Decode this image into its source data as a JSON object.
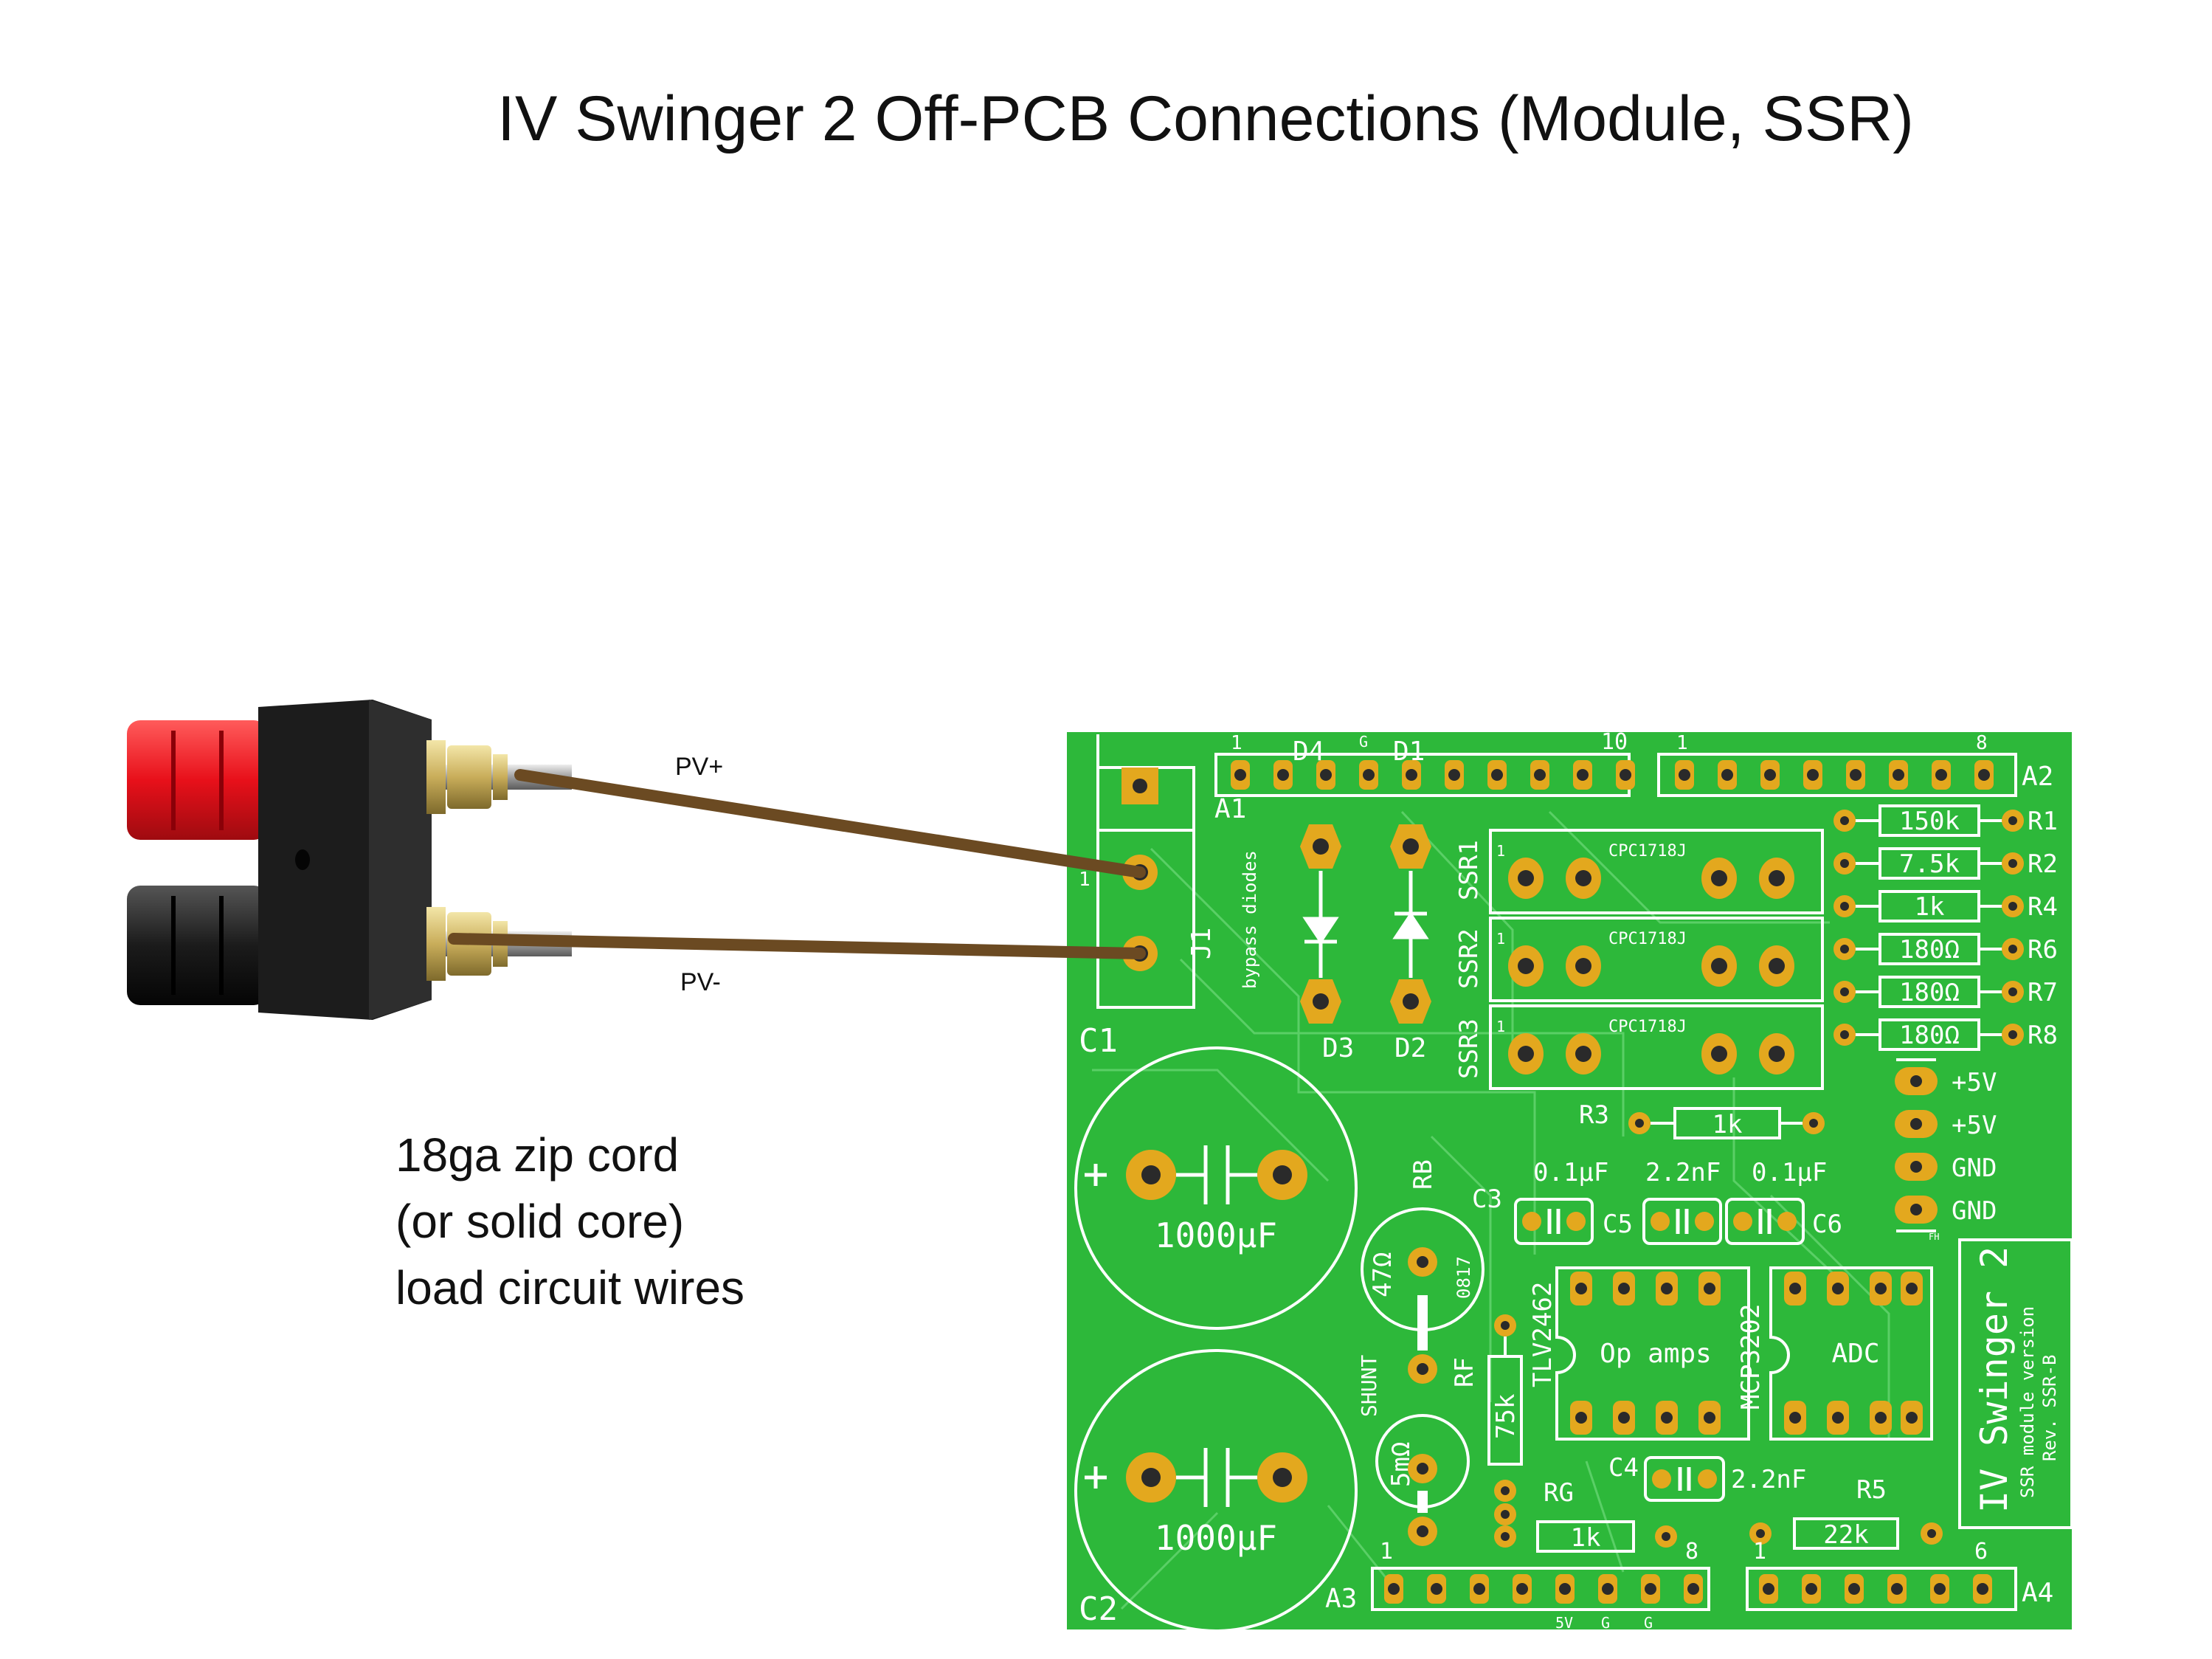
{
  "title": "IV Swinger 2 Off-PCB Connections (Module, SSR)",
  "wires": {
    "pos_label": "PV+",
    "neg_label": "PV-",
    "color": "#6b4a22"
  },
  "caption": {
    "line1": "18ga zip cord",
    "line2": "(or solid core)",
    "line3": "load circuit wires"
  },
  "pcb": {
    "board_color": "#2db83a",
    "pad_color": "#e3a81e",
    "headers": {
      "a1_name": "A1",
      "a1_pin1": "1",
      "a1_g": "G",
      "a1_pin10": "10",
      "a2_name": "A2",
      "a2_pin1": "1",
      "a2_pin8": "8",
      "a3_name": "A3",
      "a3_pin1": "1",
      "a3_pin8": "8",
      "a3_5v": "5V",
      "a3_g1": "G",
      "a3_g2": "G",
      "a4_name": "A4",
      "a4_pin1": "1",
      "a4_pin6": "6"
    },
    "connector": {
      "name": "J1",
      "cap": "C1",
      "pin1": "1"
    },
    "diodes": {
      "d1": "D1",
      "d2": "D2",
      "d3": "D3",
      "d4": "D4",
      "note": "bypass diodes"
    },
    "relays": [
      {
        "name": "SSR1",
        "part": "CPC1718J",
        "pin1": "1"
      },
      {
        "name": "SSR2",
        "part": "CPC1718J",
        "pin1": "1"
      },
      {
        "name": "SSR3",
        "part": "CPC1718J",
        "pin1": "1"
      }
    ],
    "resistors": [
      {
        "ref": "R1",
        "value": "150k"
      },
      {
        "ref": "R2",
        "value": "7.5k"
      },
      {
        "ref": "R4",
        "value": "1k"
      },
      {
        "ref": "R6",
        "value": "180Ω"
      },
      {
        "ref": "R7",
        "value": "180Ω"
      },
      {
        "ref": "R8",
        "value": "180Ω"
      }
    ],
    "power": [
      "+5V",
      "+5V",
      "GND",
      "GND"
    ],
    "power_mark": "FH",
    "r3": {
      "ref": "R3",
      "value": "1k"
    },
    "caps_small": [
      {
        "ref": "C3",
        "value": "0.1µF"
      },
      {
        "ref": "C5",
        "value": "2.2nF"
      },
      {
        "ref": "C6",
        "value": "0.1µF"
      },
      {
        "ref": "C4",
        "value": "2.2nF"
      }
    ],
    "c1": {
      "value": "1000µF"
    },
    "c2": {
      "ref": "C2",
      "value": "1000µF"
    },
    "rb": {
      "ref": "RB",
      "value": "47Ω",
      "code": "0817"
    },
    "shunt": {
      "ref": "SHUNT",
      "value": "5mΩ"
    },
    "rf": {
      "ref": "RF",
      "value": "75k"
    },
    "rg": {
      "ref": "RG",
      "value": "1k"
    },
    "r5": {
      "ref": "R5",
      "value": "22k"
    },
    "opamp": {
      "part": "TLV2462",
      "label": "Op amps"
    },
    "adc": {
      "part": "MCP3202",
      "label": "ADC"
    },
    "brand": {
      "name": "IV Swinger 2",
      "line2": "SSR module version",
      "line3": "Rev. SSR-B"
    }
  }
}
